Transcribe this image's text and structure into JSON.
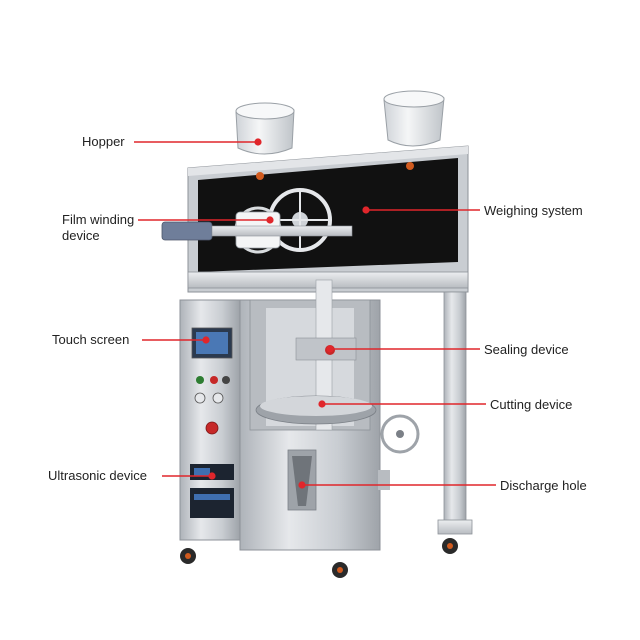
{
  "colors": {
    "leader_line": "#e0262b",
    "dot": "#e0262b",
    "frame": "#111111",
    "steel_light": "#e3e5e8",
    "steel_mid": "#c3c7cc",
    "steel_dark": "#8d9298"
  },
  "callouts": [
    {
      "id": "hopper",
      "lines": [
        "Hopper"
      ]
    },
    {
      "id": "film-winding-device",
      "lines": [
        "Film winding",
        "device"
      ]
    },
    {
      "id": "touch-screen",
      "lines": [
        "Touch screen"
      ]
    },
    {
      "id": "ultrasonic-device",
      "lines": [
        "Ultrasonic device"
      ]
    },
    {
      "id": "weighing-system",
      "lines": [
        "Weighing system"
      ]
    },
    {
      "id": "sealing-device",
      "lines": [
        "Sealing device"
      ]
    },
    {
      "id": "cutting-device",
      "lines": [
        "Cutting device"
      ]
    },
    {
      "id": "discharge-hole",
      "lines": [
        "Discharge hole"
      ]
    }
  ]
}
